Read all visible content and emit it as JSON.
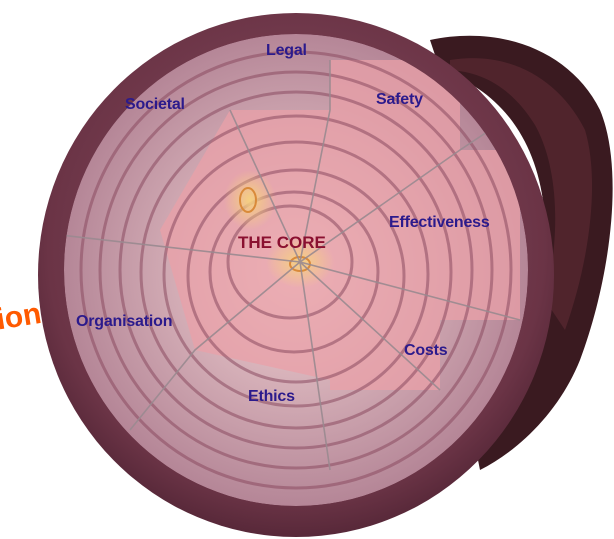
{
  "diagram": {
    "core_label": "THE CORE",
    "cut_off_text": "ion",
    "sectors": [
      {
        "id": "legal",
        "label": "Legal"
      },
      {
        "id": "safety",
        "label": "Safety"
      },
      {
        "id": "effectiveness",
        "label": "Effectiveness"
      },
      {
        "id": "costs",
        "label": "Costs"
      },
      {
        "id": "ethics",
        "label": "Ethics"
      },
      {
        "id": "organisation",
        "label": "Organisation"
      },
      {
        "id": "societal",
        "label": "Societal"
      }
    ]
  },
  "colors": {
    "label_text": "#2b1a8c",
    "core_text": "#8a1030",
    "cut_off_text": "#ff5a00",
    "onion_skin": "#6b3446",
    "onion_ring": "#a77889",
    "onion_ring_light": "#d9c7d1",
    "highlight_pink": "#e9a0a8",
    "core_glow": "#f6d27e",
    "shadow": "#3a1a20"
  }
}
